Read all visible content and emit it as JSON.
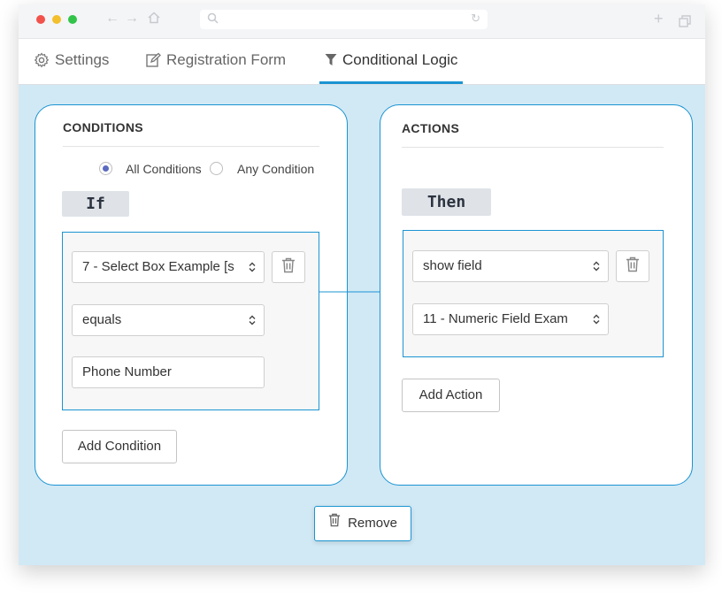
{
  "tabs": [
    {
      "label": "Settings",
      "icon": "gear-icon"
    },
    {
      "label": "Registration Form",
      "icon": "edit-form-icon"
    },
    {
      "label": "Conditional Logic",
      "icon": "filter-icon",
      "active": true
    }
  ],
  "conditions": {
    "title": "CONDITIONS",
    "radio_all": "All Conditions",
    "radio_any": "Any Condition",
    "selected": "All Conditions",
    "if_label": "If",
    "field_select": "7 - Select Box Example [s",
    "operator_select": "equals",
    "value_input": "Phone Number",
    "add_button": "Add Condition"
  },
  "actions": {
    "title": "ACTIONS",
    "then_label": "Then",
    "action_select": "show field",
    "target_select": "11 - Numeric Field Exam",
    "add_button": "Add Action"
  },
  "remove_button": "Remove",
  "colors": {
    "accent": "#1b94d2",
    "background": "#d1e9f5",
    "radio_selected": "#5b6bc0"
  }
}
